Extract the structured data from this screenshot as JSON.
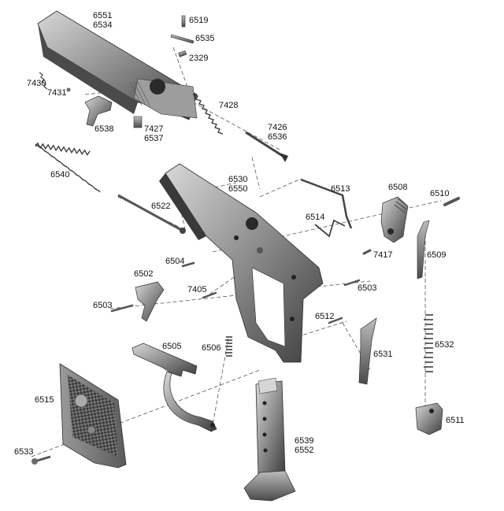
{
  "parts": {
    "p6551_6534": [
      "6551",
      "6534"
    ],
    "p6519": "6519",
    "p6535": "6535",
    "p2329": "2329",
    "p7430": "7430",
    "p7431": "7431",
    "p6538": "6538",
    "p7427_6537": [
      "7427",
      "6537"
    ],
    "p7428": "7428",
    "p7426_6536": [
      "7426",
      "6536"
    ],
    "p6540": "6540",
    "p6530_6550": [
      "6530",
      "6550"
    ],
    "p6513": "6513",
    "p6508": "6508",
    "p6510": "6510",
    "p6522": "6522",
    "p6514": "6514",
    "p7417": "7417",
    "p6509": "6509",
    "p6504": "6504",
    "p6502": "6502",
    "p6503a": "6503",
    "p7405": "7405",
    "p6503b": "6503",
    "p6512": "6512",
    "p6505": "6505",
    "p6506": "6506",
    "p6532": "6532",
    "p6531": "6531",
    "p6515": "6515",
    "p6539_6552": [
      "6539",
      "6552"
    ],
    "p6511": "6511",
    "p6533": "6533"
  },
  "colors": {
    "metal_dark": "#3a3a3a",
    "metal_mid": "#8a8a8a",
    "metal_light": "#c8c8c8",
    "leader": "#555555"
  }
}
